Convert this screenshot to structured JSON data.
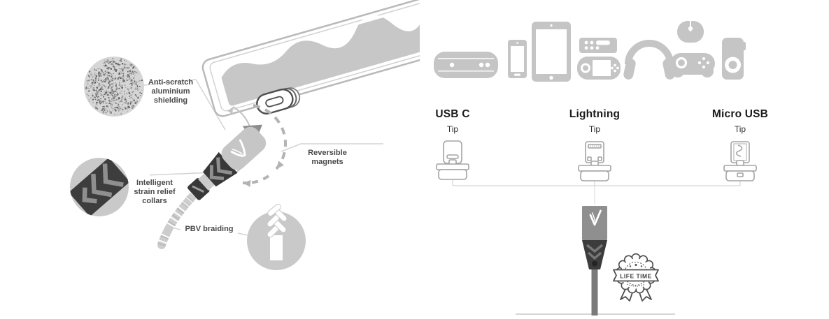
{
  "left_diagram": {
    "labels": {
      "shielding": "Anti-scratch\naluminium\nshielding",
      "strain": "Intelligent\nstrain relief\ncollars",
      "braiding": "PBV braiding",
      "magnets": "Reversible\nmagnets"
    },
    "icons": [
      "aluminium-texture-zoom",
      "strain-relief-zoom",
      "braiding-zoom",
      "tablet-with-magnetic-tip",
      "rotation-arrows",
      "cable-connector"
    ]
  },
  "right_diagram": {
    "device_icons": [
      "media-console",
      "smartphone",
      "tablet",
      "streaming-remote",
      "handheld-console",
      "headphones",
      "computer-mouse",
      "game-controller",
      "portable-player"
    ],
    "tips": [
      {
        "name": "USB C",
        "sub": "Tip"
      },
      {
        "name": "Lightning",
        "sub": "Tip"
      },
      {
        "name": "Micro USB",
        "sub": "Tip"
      }
    ],
    "badge": {
      "label": "LIFE TIME"
    }
  },
  "colors": {
    "icon_gray": "#c5c5c5",
    "dark_plastic": "#3c3c3c",
    "connector_gray": "#8f8f8f",
    "outline_gray": "#a3a3a3",
    "label_text": "#4a4a4a",
    "badge_ink": "#4e4e4e"
  }
}
